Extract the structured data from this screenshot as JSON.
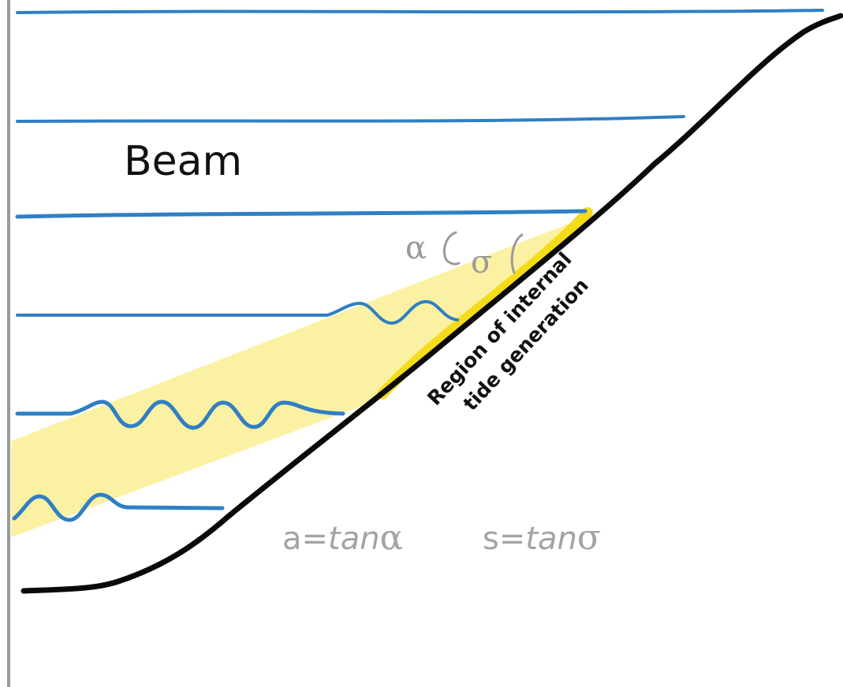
{
  "labels": {
    "beam": "Beam",
    "alpha": "α",
    "sigma": "σ",
    "region_line1": "Region of internal",
    "region_line2": "tide generation"
  },
  "formulas": {
    "a": {
      "lhs": "a=",
      "func": "tan",
      "symbol": "α"
    },
    "s": {
      "lhs": "s=",
      "func": "tan",
      "symbol": "σ"
    }
  },
  "colors": {
    "stratification_lines": "#2f7fc4",
    "topography": "#0a0a0a",
    "beam_fill": "#fbf1a3",
    "generation_region": "#f5dc1a",
    "annotation_gray": "#9a9a9a",
    "left_axis": "#9a9a9a"
  }
}
